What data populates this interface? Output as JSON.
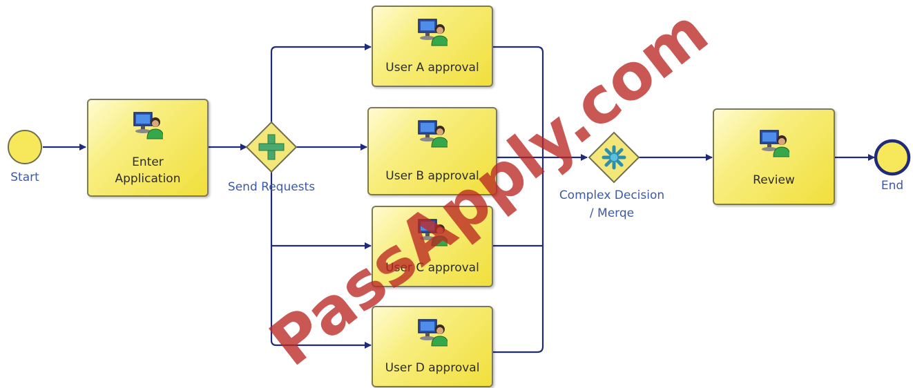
{
  "diagram": {
    "start_label": "Start",
    "end_label": "End",
    "gateways": {
      "split_label": "Send Requests",
      "merge_label_line1": "Complex Decision",
      "merge_label_line2": "/ Merqe"
    },
    "tasks": {
      "enter_application": {
        "line1": "Enter",
        "line2": "Application"
      },
      "user_a": {
        "label": "User A approval"
      },
      "user_b": {
        "label": "User B approval"
      },
      "user_c": {
        "label": "User C approval"
      },
      "user_d": {
        "label": "User D approval"
      },
      "review": {
        "label": "Review"
      }
    },
    "task_icon": "user-computer-icon",
    "colors": {
      "task_fill": "#f1df3c",
      "task_border": "#7a7a58",
      "flow_line": "#1f2a78",
      "label_text": "#3a5aa8",
      "watermark": "#ba2822"
    }
  },
  "watermark": {
    "text": "PassApply.com"
  }
}
